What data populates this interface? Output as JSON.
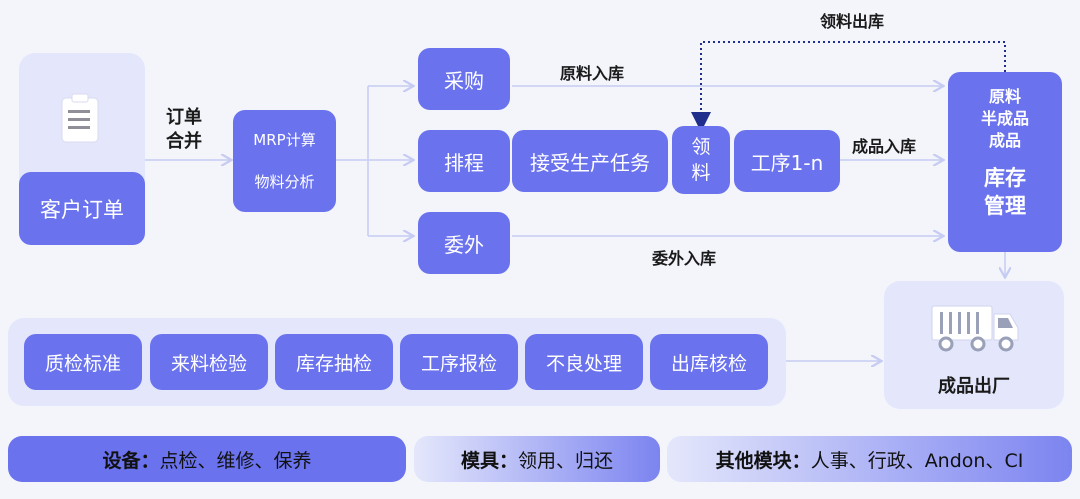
{
  "customer": {
    "label": "客户订单"
  },
  "merge": {
    "line1": "订单",
    "line2": "合并"
  },
  "mrp": {
    "line1": "MRP计算",
    "line2": "物料分析"
  },
  "branches": {
    "purchase": "采购",
    "schedule": "排程",
    "outsource": "委外"
  },
  "production": {
    "task": "接受生产任务",
    "pick_line1": "领",
    "pick_line2": "料",
    "process": "工序1-n"
  },
  "flow_labels": {
    "raw_in": "原料入库",
    "finished_in": "成品入库",
    "outsource_in": "委外入库",
    "material_out": "领料出库"
  },
  "inventory": {
    "line1": "原料",
    "line2": "半成品",
    "line3": "成品",
    "title1": "库存",
    "title2": "管理"
  },
  "quality": {
    "items": [
      "质检标准",
      "来料检验",
      "库存抽检",
      "工序报检",
      "不良处理",
      "出库核检"
    ]
  },
  "shipping": {
    "label": "成品出厂"
  },
  "modules": {
    "equipment": {
      "title": "设备：",
      "detail": "点检、维修、保养"
    },
    "mold": {
      "title": "模具：",
      "detail": "领用、归还"
    },
    "others": {
      "title": "其他模块：",
      "detail": "人事、行政、Andon、CI"
    }
  },
  "colors": {
    "box_blue": "#6a72ee",
    "panel": "#e4e7fb",
    "line": "#c6cbf3",
    "dotted": "#1f2e8c"
  }
}
